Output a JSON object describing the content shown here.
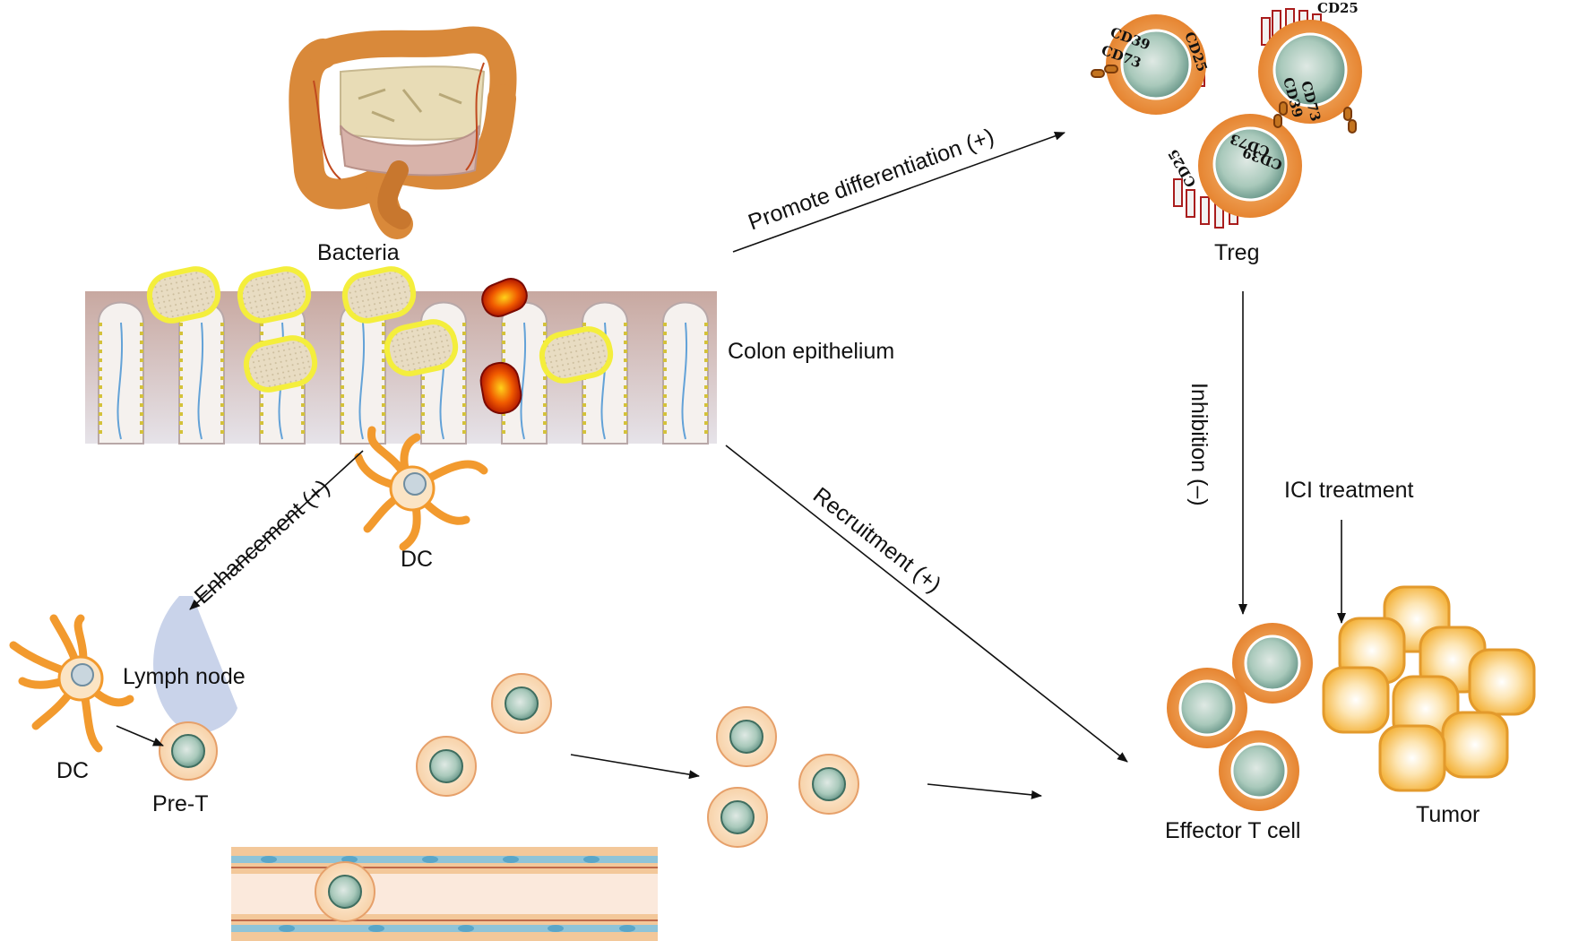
{
  "labels": {
    "bacteria": "Bacteria",
    "colon_epithelium": "Colon epithelium",
    "dc_top": "DC",
    "dc_left": "DC",
    "lymph_node": "Lymph node",
    "pre_t": "Pre-T",
    "treg": "Treg",
    "effector_t_cell": "Effector T cell",
    "tumor": "Tumor",
    "ici_treatment": "ICI treatment"
  },
  "arrows": {
    "promote": "Promote differentiation (+)",
    "enhancement": "Enhancement (+)",
    "recruitment": "Recruitment (+)",
    "inhibition": "Inhibition (–)"
  },
  "markers": {
    "cd39": "CD39",
    "cd73": "CD73",
    "cd25": "CD25"
  },
  "colors": {
    "cell_orange": "#f0a050",
    "cell_nucleus": "#8fb9a8",
    "bacteria_yellow": "#f4ee3c",
    "pathogen_red": "#d82000",
    "lymph_node": "#c9d3ea",
    "dc_orange": "#f29a2e",
    "tumor_yellow": "#f7c05a"
  }
}
